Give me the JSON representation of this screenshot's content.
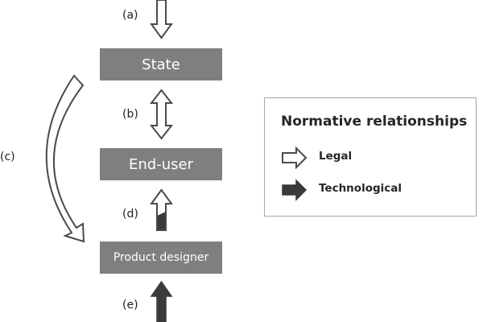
{
  "nodes": {
    "state": "State",
    "end_user": "End-user",
    "product_designer": "Product designer"
  },
  "edge_labels": {
    "a": "(a)",
    "b": "(b)",
    "c": "(c)",
    "d": "(d)",
    "e": "(e)"
  },
  "legend": {
    "title": "Normative relationships",
    "items": [
      {
        "label": "Legal",
        "style": "hollow-arrow"
      },
      {
        "label": "Technological",
        "style": "filled-arrow"
      }
    ]
  },
  "colors": {
    "box_fill": "#7f7f7f",
    "box_text": "#ffffff",
    "arrow_outline": "#4a4a4a",
    "arrow_fill_technological": "#3a3a3a",
    "legend_border": "#a6a6a6"
  }
}
